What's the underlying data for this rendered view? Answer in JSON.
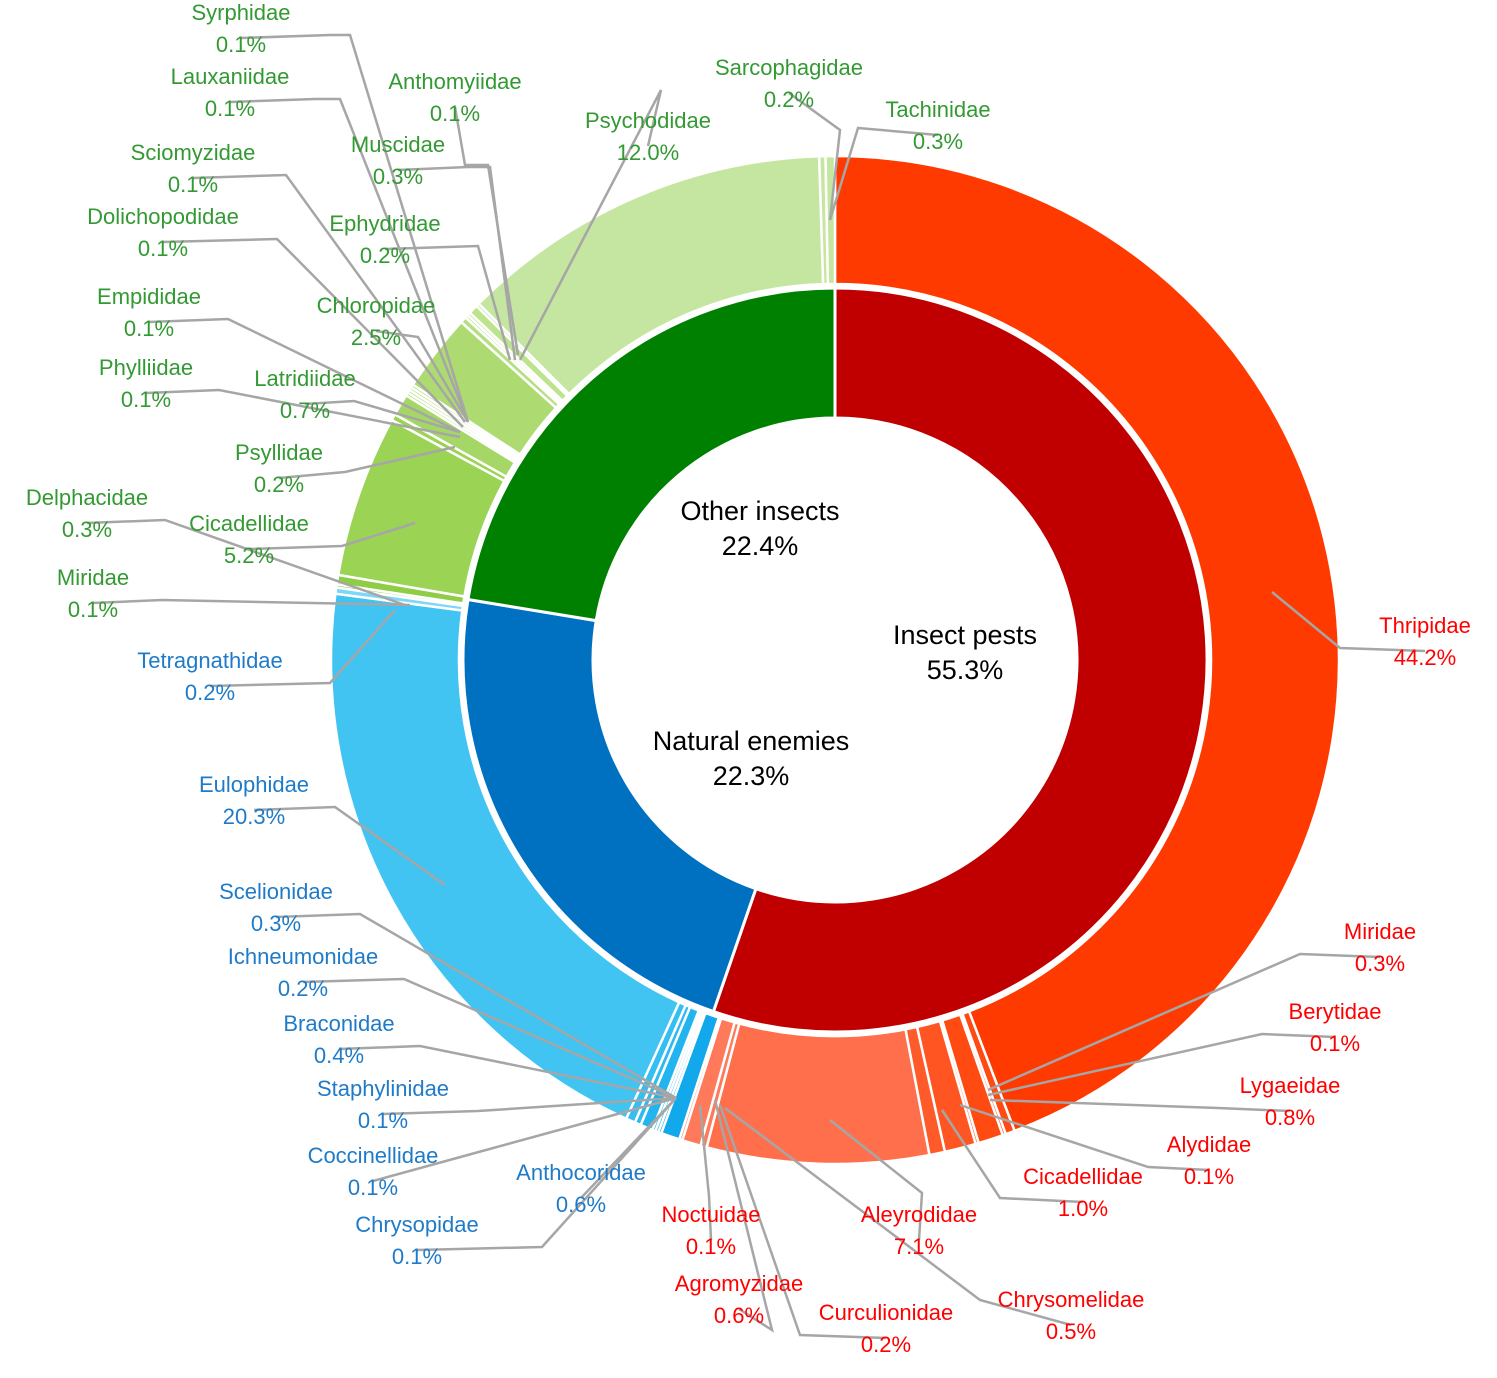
{
  "chart_data": {
    "type": "pie",
    "variant": "nested-donut",
    "groups": [
      {
        "name": "Insect pests",
        "value": 55.3,
        "color": "#c00000",
        "label_color": "#ff0000",
        "segment_color": "#ff3a00"
      },
      {
        "name": "Natural enemies",
        "value": 22.3,
        "color": "#0070c0",
        "label_color": "#1f7bc8",
        "segment_color": "#41c4f2"
      },
      {
        "name": "Other insects",
        "value": 22.4,
        "color": "#008000",
        "label_color": "#339933",
        "segment_color": "#9ed45a"
      }
    ],
    "families": [
      {
        "name": "Thripidae",
        "pct": "44.2%",
        "value": 44.2,
        "group": "Insect pests",
        "color": "#ff3a00"
      },
      {
        "name": "Miridae",
        "pct": "0.3%",
        "value": 0.3,
        "group": "Insect pests",
        "color": "#ff4a12"
      },
      {
        "name": "Berytidae",
        "pct": "0.1%",
        "value": 0.1,
        "group": "Insect pests",
        "color": "#ff4a12"
      },
      {
        "name": "Lygaeidae",
        "pct": "0.8%",
        "value": 0.8,
        "group": "Insect pests",
        "color": "#ff4a12"
      },
      {
        "name": "Alydidae",
        "pct": "0.1%",
        "value": 0.1,
        "group": "Insect pests",
        "color": "#ff5522"
      },
      {
        "name": "Cicadellidae",
        "pct": "1.0%",
        "value": 1.0,
        "group": "Insect pests",
        "color": "#ff5522"
      },
      {
        "name": "Chrysomelidae",
        "pct": "0.5%",
        "value": 0.5,
        "group": "Insect pests",
        "color": "#ff5a2a"
      },
      {
        "name": "Aleyrodidae",
        "pct": "7.1%",
        "value": 7.1,
        "group": "Insect pests",
        "color": "#ff6f4c"
      },
      {
        "name": "Curculionidae",
        "pct": "0.2%",
        "value": 0.2,
        "group": "Insect pests",
        "color": "#ff7a5a"
      },
      {
        "name": "Agromyzidae",
        "pct": "0.6%",
        "value": 0.6,
        "group": "Insect pests",
        "color": "#ff7a5a"
      },
      {
        "name": "Noctuidae",
        "pct": "0.1%",
        "value": 0.1,
        "group": "Insect pests",
        "color": "#ff7a5a"
      },
      {
        "name": "Anthocoridae",
        "pct": "0.6%",
        "value": 0.6,
        "group": "Natural enemies",
        "color": "#12a8ec"
      },
      {
        "name": "Chrysopidae",
        "pct": "0.1%",
        "value": 0.1,
        "group": "Natural enemies",
        "color": "#1aaeee"
      },
      {
        "name": "Coccinellidae",
        "pct": "0.1%",
        "value": 0.1,
        "group": "Natural enemies",
        "color": "#1aaeee"
      },
      {
        "name": "Staphylinidae",
        "pct": "0.1%",
        "value": 0.1,
        "group": "Natural enemies",
        "color": "#22b4ef"
      },
      {
        "name": "Braconidae",
        "pct": "0.4%",
        "value": 0.4,
        "group": "Natural enemies",
        "color": "#22b4ef"
      },
      {
        "name": "Ichneumonidae",
        "pct": "0.2%",
        "value": 0.2,
        "group": "Natural enemies",
        "color": "#2cbaf0"
      },
      {
        "name": "Scelionidae",
        "pct": "0.3%",
        "value": 0.3,
        "group": "Natural enemies",
        "color": "#34bef1"
      },
      {
        "name": "Eulophidae",
        "pct": "20.3%",
        "value": 20.3,
        "group": "Natural enemies",
        "color": "#41c4f2"
      },
      {
        "name": "Tetragnathidae",
        "pct": "0.2%",
        "value": 0.2,
        "group": "Natural enemies",
        "color": "#7dd7f6"
      },
      {
        "name": "Miridae",
        "pct": "0.1%",
        "value": 0.1,
        "group": "Other insects",
        "color": "#8fcd46"
      },
      {
        "name": "Delphacidae",
        "pct": "0.3%",
        "value": 0.3,
        "group": "Other insects",
        "color": "#8fcd46"
      },
      {
        "name": "Cicadellidae",
        "pct": "5.2%",
        "value": 5.2,
        "group": "Other insects",
        "color": "#9bd355"
      },
      {
        "name": "Psyllidae",
        "pct": "0.2%",
        "value": 0.2,
        "group": "Other insects",
        "color": "#9bd355"
      },
      {
        "name": "Latridiidae",
        "pct": "0.7%",
        "value": 0.7,
        "group": "Other insects",
        "color": "#a4d766"
      },
      {
        "name": "Phylliidae",
        "pct": "0.1%",
        "value": 0.1,
        "group": "Other insects",
        "color": "#a4d766"
      },
      {
        "name": "Empididae",
        "pct": "0.1%",
        "value": 0.1,
        "group": "Other insects",
        "color": "#a4d766"
      },
      {
        "name": "Dolichopodidae",
        "pct": "0.1%",
        "value": 0.1,
        "group": "Other insects",
        "color": "#a8d96c"
      },
      {
        "name": "Sciomyzidae",
        "pct": "0.1%",
        "value": 0.1,
        "group": "Other insects",
        "color": "#a8d96c"
      },
      {
        "name": "Chloropidae",
        "pct": "2.5%",
        "value": 2.5,
        "group": "Other insects",
        "color": "#addb72"
      },
      {
        "name": "Ephydridae",
        "pct": "0.2%",
        "value": 0.2,
        "group": "Other insects",
        "color": "#b6df83"
      },
      {
        "name": "Lauxaniidae",
        "pct": "0.1%",
        "value": 0.1,
        "group": "Other insects",
        "color": "#b6df83"
      },
      {
        "name": "Syrphidae",
        "pct": "0.1%",
        "value": 0.1,
        "group": "Other insects",
        "color": "#b6df83"
      },
      {
        "name": "Muscidae",
        "pct": "0.3%",
        "value": 0.3,
        "group": "Other insects",
        "color": "#bde38c"
      },
      {
        "name": "Anthomyiidae",
        "pct": "0.1%",
        "value": 0.1,
        "group": "Other insects",
        "color": "#bde38c"
      },
      {
        "name": "Psychodidae",
        "pct": "12.0%",
        "value": 12.0,
        "group": "Other insects",
        "color": "#c5e6a0"
      },
      {
        "name": "Sarcophagidae",
        "pct": "0.2%",
        "value": 0.2,
        "group": "Other insects",
        "color": "#c5e6a0"
      },
      {
        "name": "Tachinidae",
        "pct": "0.3%",
        "value": 0.3,
        "group": "Other insects",
        "color": "#c5e6a0"
      }
    ]
  }
}
